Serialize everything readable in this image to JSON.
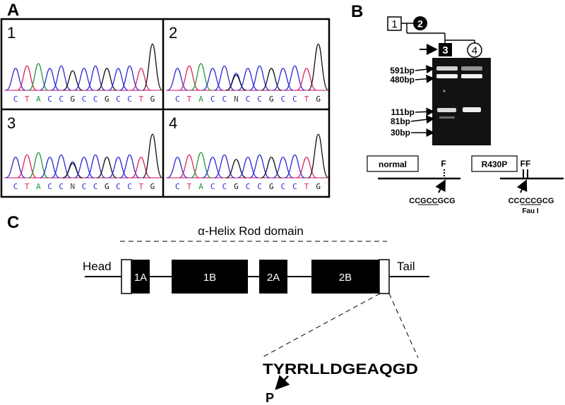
{
  "panel_a": {
    "label": "A",
    "quadrants": [
      {
        "number": "1",
        "bases": [
          "C",
          "T",
          "A",
          "C",
          "C",
          "G",
          "C",
          "C",
          "G",
          "C",
          "C",
          "T",
          "G"
        ]
      },
      {
        "number": "2",
        "bases": [
          "C",
          "T",
          "A",
          "C",
          "C",
          "N",
          "C",
          "C",
          "G",
          "C",
          "C",
          "T",
          "G"
        ]
      },
      {
        "number": "3",
        "bases": [
          "C",
          "T",
          "A",
          "C",
          "C",
          "N",
          "C",
          "C",
          "G",
          "C",
          "C",
          "T",
          "G"
        ]
      },
      {
        "number": "4",
        "bases": [
          "C",
          "T",
          "A",
          "C",
          "C",
          "G",
          "C",
          "C",
          "G",
          "C",
          "C",
          "T",
          "G"
        ]
      }
    ],
    "colors": {
      "A": "#1f9a3a",
      "C": "#2b2bd6",
      "G": "#111111",
      "T": "#e0245e",
      "N": "#444444"
    }
  },
  "panel_b": {
    "label": "B",
    "pedigree": {
      "father": "1",
      "mother": "2",
      "proband": "3",
      "sibling": "4"
    },
    "ladder": [
      "591bp",
      "480bp",
      "111bp",
      "81bp",
      "30bp"
    ],
    "normal": {
      "box": "normal",
      "mark": "F",
      "seq": "CCGCCGCG"
    },
    "mutant": {
      "box": "R430P",
      "mark": "FF",
      "seq": "CCCCCGCG",
      "enzyme": "Fau I"
    }
  },
  "panel_c": {
    "label": "C",
    "domain_title": "α-Helix Rod domain",
    "head": "Head",
    "tail": "Tail",
    "segments": [
      "1A",
      "1B",
      "2A",
      "2B"
    ],
    "sequence": "TYRRLLDGEAQGD",
    "substitution": "P"
  }
}
